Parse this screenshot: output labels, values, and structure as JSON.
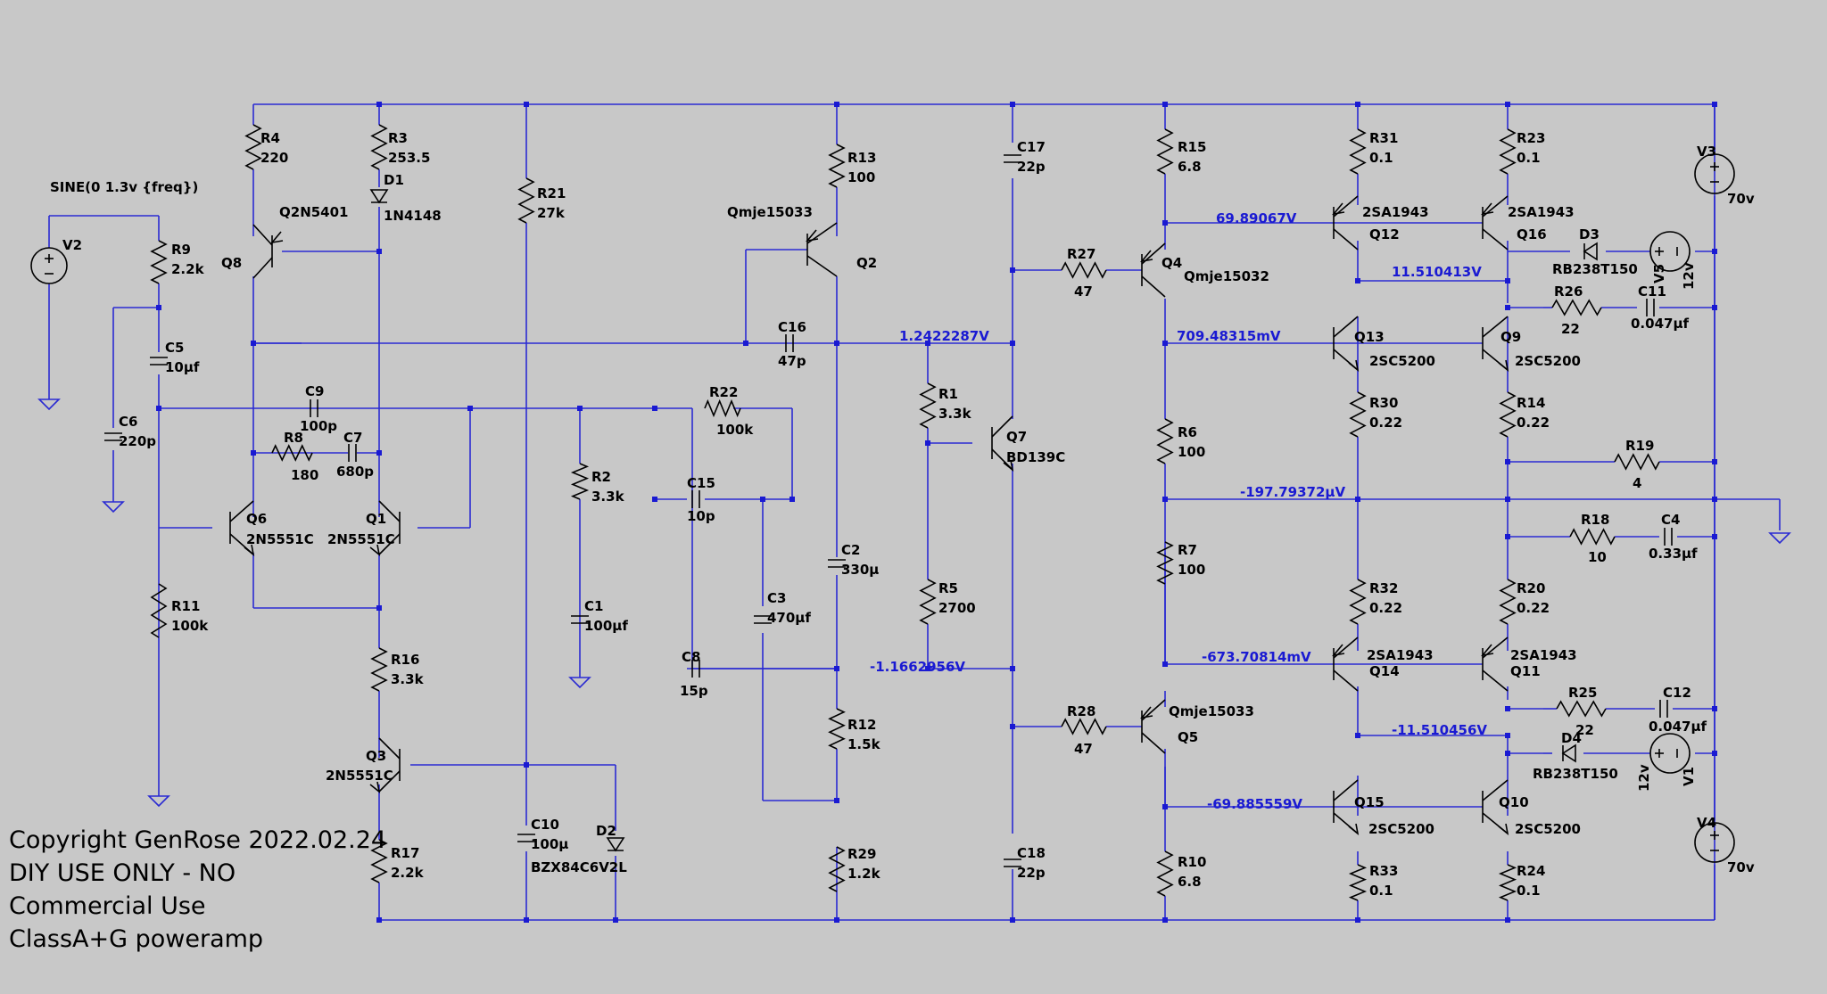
{
  "source_label": "SINE(0 1.3v {freq})",
  "footer": [
    "Copyright GenRose 2022.02.24",
    "DIY USE ONLY - NO",
    "Commercial Use",
    "ClassA+G poweramp"
  ],
  "sources": [
    {
      "name": "V2",
      "value": ""
    },
    {
      "name": "V3",
      "value": "70v"
    },
    {
      "name": "V4",
      "value": "70v"
    },
    {
      "name": "V5",
      "value": "12v"
    },
    {
      "name": "V1",
      "value": "12v"
    }
  ],
  "resistors": [
    {
      "name": "R4",
      "value": "220"
    },
    {
      "name": "R3",
      "value": "253.5"
    },
    {
      "name": "R9",
      "value": "2.2k"
    },
    {
      "name": "R21",
      "value": "27k"
    },
    {
      "name": "R13",
      "value": "100"
    },
    {
      "name": "R15",
      "value": "6.8"
    },
    {
      "name": "R31",
      "value": "0.1"
    },
    {
      "name": "R23",
      "value": "0.1"
    },
    {
      "name": "R27",
      "value": "47"
    },
    {
      "name": "R26",
      "value": "22"
    },
    {
      "name": "R22",
      "value": "100k"
    },
    {
      "name": "R1",
      "value": "3.3k"
    },
    {
      "name": "R8",
      "value": "180"
    },
    {
      "name": "R2",
      "value": "3.3k"
    },
    {
      "name": "R6",
      "value": "100"
    },
    {
      "name": "R30",
      "value": "0.22"
    },
    {
      "name": "R14",
      "value": "0.22"
    },
    {
      "name": "R19",
      "value": "4"
    },
    {
      "name": "R18",
      "value": "10"
    },
    {
      "name": "R7",
      "value": "100"
    },
    {
      "name": "R11",
      "value": "100k"
    },
    {
      "name": "R5",
      "value": "2700"
    },
    {
      "name": "R32",
      "value": "0.22"
    },
    {
      "name": "R20",
      "value": "0.22"
    },
    {
      "name": "R16",
      "value": "3.3k"
    },
    {
      "name": "R25",
      "value": "22"
    },
    {
      "name": "R28",
      "value": "47"
    },
    {
      "name": "R12",
      "value": "1.5k"
    },
    {
      "name": "R17",
      "value": "2.2k"
    },
    {
      "name": "R29",
      "value": "1.2k"
    },
    {
      "name": "R10",
      "value": "6.8"
    },
    {
      "name": "R33",
      "value": "0.1"
    },
    {
      "name": "R24",
      "value": "0.1"
    }
  ],
  "capacitors": [
    {
      "name": "C17",
      "value": "22p"
    },
    {
      "name": "C5",
      "value": "10µf"
    },
    {
      "name": "C6",
      "value": "220p"
    },
    {
      "name": "C16",
      "value": "47p"
    },
    {
      "name": "C9",
      "value": "100p"
    },
    {
      "name": "C7",
      "value": "680p"
    },
    {
      "name": "C11",
      "value": "0.047µf"
    },
    {
      "name": "C15",
      "value": "10p"
    },
    {
      "name": "C2",
      "value": "330µ"
    },
    {
      "name": "C4",
      "value": "0.33µf"
    },
    {
      "name": "C1",
      "value": "100µf"
    },
    {
      "name": "C3",
      "value": "470µf"
    },
    {
      "name": "C8",
      "value": "15p"
    },
    {
      "name": "C12",
      "value": "0.047µf"
    },
    {
      "name": "C10",
      "value": "100µ"
    },
    {
      "name": "C18",
      "value": "22p"
    }
  ],
  "transistors": [
    {
      "name": "Q8",
      "model": "Q2N5401"
    },
    {
      "name": "Q2",
      "model": "Qmje15033"
    },
    {
      "name": "Q4",
      "model": "Qmje15032"
    },
    {
      "name": "Q12",
      "model": "2SA1943"
    },
    {
      "name": "Q16",
      "model": "2SA1943"
    },
    {
      "name": "Q13",
      "model": "2SC5200"
    },
    {
      "name": "Q9",
      "model": "2SC5200"
    },
    {
      "name": "Q7",
      "model": "BD139C"
    },
    {
      "name": "Q6",
      "model": "2N5551C"
    },
    {
      "name": "Q1",
      "model": "2N5551C"
    },
    {
      "name": "Q14",
      "model": "2SA1943"
    },
    {
      "name": "Q11",
      "model": "2SA1943"
    },
    {
      "name": "Q5",
      "model": "Qmje15033"
    },
    {
      "name": "Q3",
      "model": "2N5551C"
    },
    {
      "name": "Q15",
      "model": "2SC5200"
    },
    {
      "name": "Q10",
      "model": "2SC5200"
    }
  ],
  "diodes": [
    {
      "name": "D1",
      "model": "1N4148"
    },
    {
      "name": "D3",
      "model": "RB238T150"
    },
    {
      "name": "D4",
      "model": "RB238T150"
    },
    {
      "name": "D2",
      "model": "BZX84C6V2L"
    }
  ],
  "node_voltages": [
    {
      "id": "q12_base",
      "text": "69.89067V"
    },
    {
      "id": "q16_emitter",
      "text": "11.510413V"
    },
    {
      "id": "vbias_top",
      "text": "1.2422287V"
    },
    {
      "id": "q13_base",
      "text": "709.48315mV"
    },
    {
      "id": "output",
      "text": "-197.79372µV"
    },
    {
      "id": "vbias_bottom",
      "text": "-1.1662956V"
    },
    {
      "id": "q14_base",
      "text": "-673.70814mV"
    },
    {
      "id": "q11_emitter",
      "text": "-11.510456V"
    },
    {
      "id": "q15_base",
      "text": "-69.885559V"
    }
  ]
}
